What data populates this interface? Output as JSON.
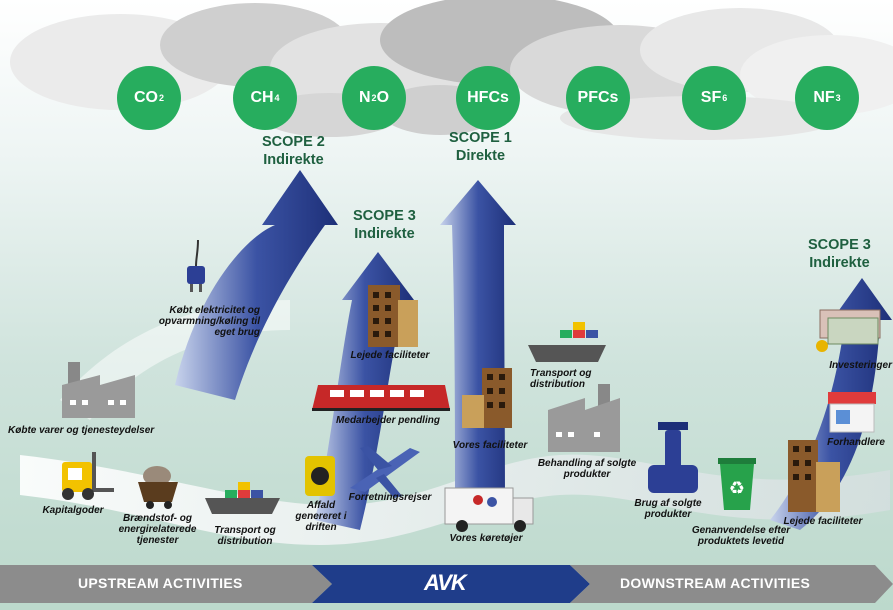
{
  "gases": [
    {
      "name": "co2-badge",
      "base": "CO",
      "sub": "2"
    },
    {
      "name": "ch4-badge",
      "base": "CH",
      "sub": "4"
    },
    {
      "name": "n2o-badge",
      "base": "N",
      "sub": "2",
      "tail": "O"
    },
    {
      "name": "hfcs-badge",
      "base": "HFCs",
      "sub": ""
    },
    {
      "name": "pfcs-badge",
      "base": "PFCs",
      "sub": ""
    },
    {
      "name": "sf6-badge",
      "base": "SF",
      "sub": "6"
    },
    {
      "name": "nf3-badge",
      "base": "NF",
      "sub": "3"
    }
  ],
  "scopes": {
    "scope2": {
      "title": "SCOPE 2",
      "sub": "Indirekte"
    },
    "scope1": {
      "title": "SCOPE 1",
      "sub": "Direkte"
    },
    "scope3_up": {
      "title": "SCOPE 3",
      "sub": "Indirekte"
    },
    "scope3_down": {
      "title": "SCOPE 3",
      "sub": "Indirekte"
    }
  },
  "labels": {
    "electricity": "Købt elektricitet og opvarmning/køling til eget brug",
    "purchased_goods": "Købte varer og tjenesteydelser",
    "capital_goods": "Kapitalgoder",
    "fuel_energy": "Brændstof- og energirelaterede tjenester",
    "transport_up": "Transport og distribution",
    "waste": "Affald genereret i driften",
    "business_travel": "Forretningsrejser",
    "leased_up": "Lejede faciliteter",
    "commuting": "Medarbejder pendling",
    "own_facilities": "Vores faciliteter",
    "own_vehicles": "Vores køretøjer",
    "transport_down": "Transport og distribution",
    "processing": "Behandling af solgte produkter",
    "use_products": "Brug af solgte produkter",
    "end_of_life": "Genanvendelse efter produktets levetid",
    "leased_down": "Lejede faciliteter",
    "franchises": "Forhandlere",
    "investments": "Investeringer"
  },
  "bar": {
    "upstream": "UPSTREAM ACTIVITIES",
    "logo": "AVK",
    "downstream": "DOWNSTREAM ACTIVITIES"
  },
  "colors": {
    "gas_green": "#27ad5e",
    "scope_text": "#1f6040",
    "arrow_blue": "#3b53a4",
    "bar_grey": "#8c8c8c",
    "bar_blue": "#1f3d8a"
  }
}
